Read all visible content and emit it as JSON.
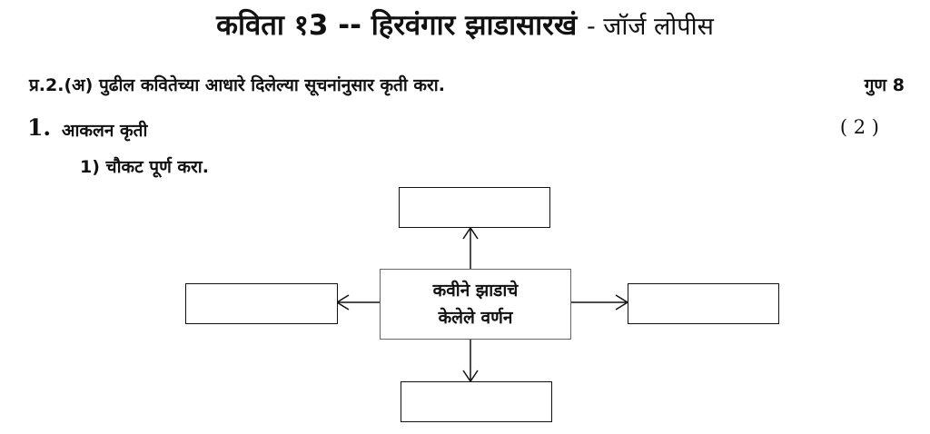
{
  "header": {
    "title": "कविता १3 -- हिरवंगार झाडासारखं",
    "author": "- जॉर्ज लोपीस"
  },
  "question": {
    "text": "प्र.2.(अ) पुढील कवितेच्या आधारे दिलेल्या सूचनांनुसार कृती करा.",
    "marks": "गुण 8"
  },
  "section": {
    "number": "1.",
    "title": "आकलन कृती",
    "marks": "( 2 )"
  },
  "task": {
    "label": "1) चौकट पूर्ण करा."
  },
  "diagram": {
    "center_line1": "कवीने झाडाचे",
    "center_line2": "केलेले वर्णन"
  }
}
